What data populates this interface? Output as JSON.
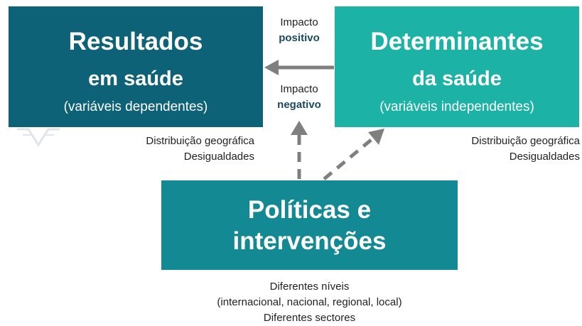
{
  "outcomes": {
    "title_line1": "Resultados",
    "title_line2": "em saúde",
    "subtitle": "(variáveis dependentes)",
    "notes": [
      "Distribuição geográfica",
      "Desigualdades"
    ]
  },
  "determinants": {
    "title_line1": "Determinantes",
    "title_line2": "da saúde",
    "subtitle": "(variáveis independentes)",
    "notes": [
      "Distribuição geográfica",
      "Desigualdades"
    ]
  },
  "impact_positive": {
    "line1": "Impacto",
    "line2": "positivo"
  },
  "impact_negative": {
    "line1": "Impacto",
    "line2": "negativo"
  },
  "policies": {
    "title_line1": "Políticas e",
    "title_line2": "intervenções",
    "notes": [
      "Diferentes níveis",
      "(internacional, nacional, regional, local)",
      "Diferentes sectores"
    ]
  },
  "colors": {
    "outcomes_box": "#0e6277",
    "determinants_box": "#1cb3a6",
    "policies_box": "#138a93",
    "arrow": "#7f7f7f",
    "impact_label": "#1b4a60"
  }
}
